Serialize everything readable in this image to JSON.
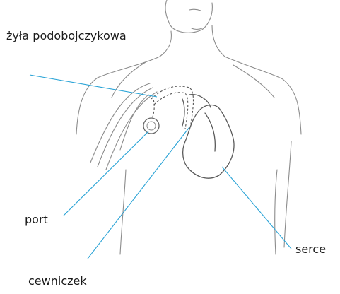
{
  "labels": {
    "subclavian_vein": "żyła podobojczykowa",
    "port": "port",
    "heart": "serce",
    "catheter": "cewniczek"
  },
  "colors": {
    "leader_line": "#29a3d6",
    "outline": "#8c8c8c",
    "text": "#1a1a1a"
  }
}
